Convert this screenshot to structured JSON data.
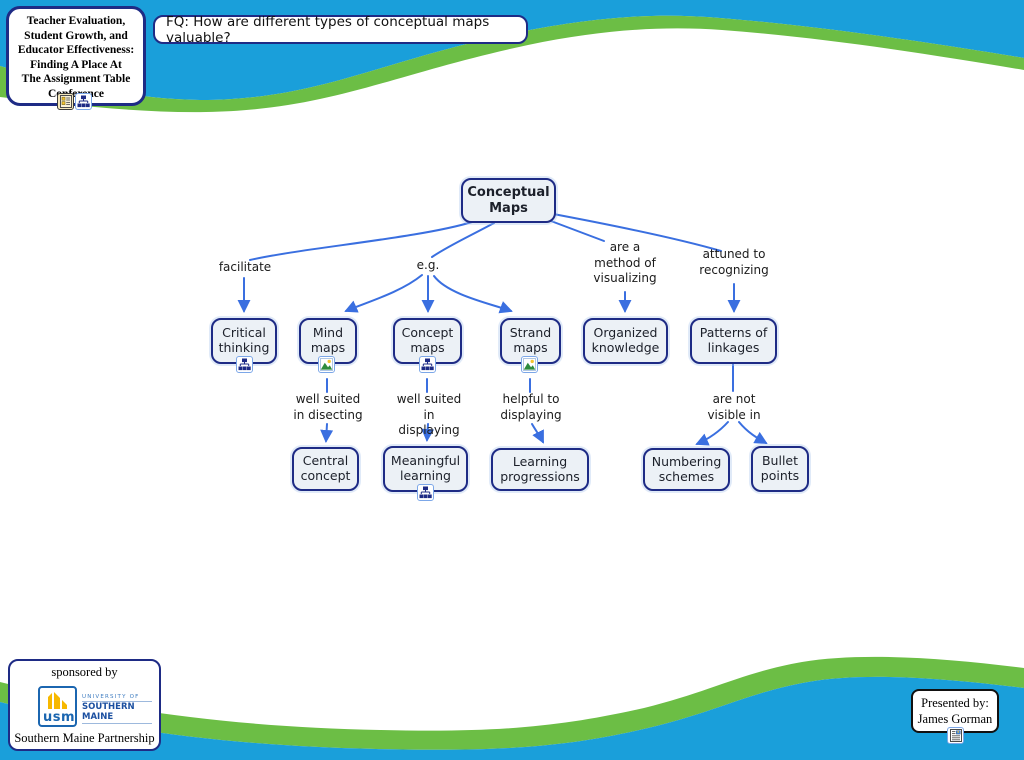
{
  "colors": {
    "sky_blue": "#1A9FDA",
    "wave_green": "#6CBE45",
    "node_fill": "#ECF1F6",
    "node_border": "#1E2B85",
    "arrow_blue": "#3A6FE0"
  },
  "title_box": {
    "text": "Teacher Evaluation,\nStudent Growth, and\nEducator Effectiveness:\nFinding A Place At\nThe Assignment Table\nConference",
    "icons": [
      "document-icon",
      "concept-map-icon"
    ]
  },
  "focus_question": {
    "text": "FQ: How are different types of conceptual maps valuable?"
  },
  "map": {
    "nodes": {
      "conceptual_maps": "Conceptual\nMaps",
      "critical_thinking": "Critical\nthinking",
      "mind_maps": "Mind\nmaps",
      "concept_maps": "Concept\nmaps",
      "strand_maps": "Strand\nmaps",
      "organized_knowledge": "Organized\nknowledge",
      "patterns_of_linkages": "Patterns of\nlinkages",
      "central_concept": "Central\nconcept",
      "meaningful_learning": "Meaningful\nlearning",
      "learning_progressions": "Learning\nprogressions",
      "numbering_schemes": "Numbering\nschemes",
      "bullet_points": "Bullet\npoints"
    },
    "links": {
      "facilitate": "facilitate",
      "eg": "e.g.",
      "are_a_method": "are a\nmethod of\nvisualizing",
      "attuned": "attuned to\nrecognizing",
      "well_suited_disecting": "well suited\nin disecting",
      "well_suited_displaying": "well suited\nin displaying",
      "helpful_displaying": "helpful to\ndisplaying",
      "are_not_visible": "are not\nvisible in"
    },
    "badges": {
      "critical_thinking": "concept-map-icon",
      "mind_maps": "image-icon",
      "concept_maps": "concept-map-icon",
      "strand_maps": "image-icon",
      "meaningful_learning": "concept-map-icon"
    }
  },
  "sponsor_box": {
    "sponsored_by": "sponsored by",
    "usm": "usm",
    "university_line1": "UNIVERSITY OF",
    "university_line2": "SOUTHERN MAINE",
    "partnership": "Southern Maine Partnership"
  },
  "presented_box": {
    "text": "Presented by:\nJames Gorman",
    "icon": "document-icon"
  }
}
